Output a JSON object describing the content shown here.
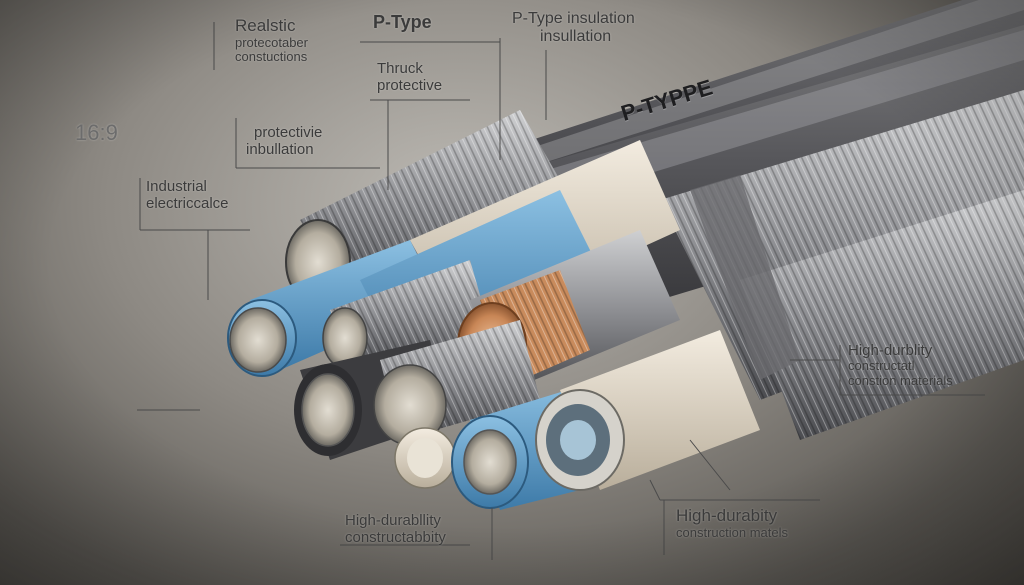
{
  "colors": {
    "background_light": "#bdbab4",
    "background_dark": "#4a4742",
    "copper": "#d79a6a",
    "blue_insulation": "#6aa6cf",
    "gray_jacket": "#5c5c5e",
    "cream_insulation": "#e8dfcf",
    "steel_strand": "#a9aaac"
  },
  "labels": {
    "realistic_protective": [
      "Realstic",
      "protecotaber",
      "constuctions"
    ],
    "p_type_top": "P-Type",
    "p_type_insulation": [
      "P-Type insulation",
      "insullation"
    ],
    "truck_protective": [
      "Thruck",
      "protective"
    ],
    "aspect_ratio": "16:9",
    "protective_inbulation": [
      "protectivie",
      "inbullation"
    ],
    "industrial_electrical": [
      "Industrial",
      "electriccalce"
    ],
    "jacket_print": "P-TYPPE",
    "high_durability_right": [
      "High-durblity",
      "constructatl",
      "constion materials"
    ],
    "high_durability_bottom_left": [
      "High-durabllity",
      "constructabbity"
    ],
    "high_durability_bottom_right": [
      "High-durabity",
      "construction matels"
    ]
  }
}
